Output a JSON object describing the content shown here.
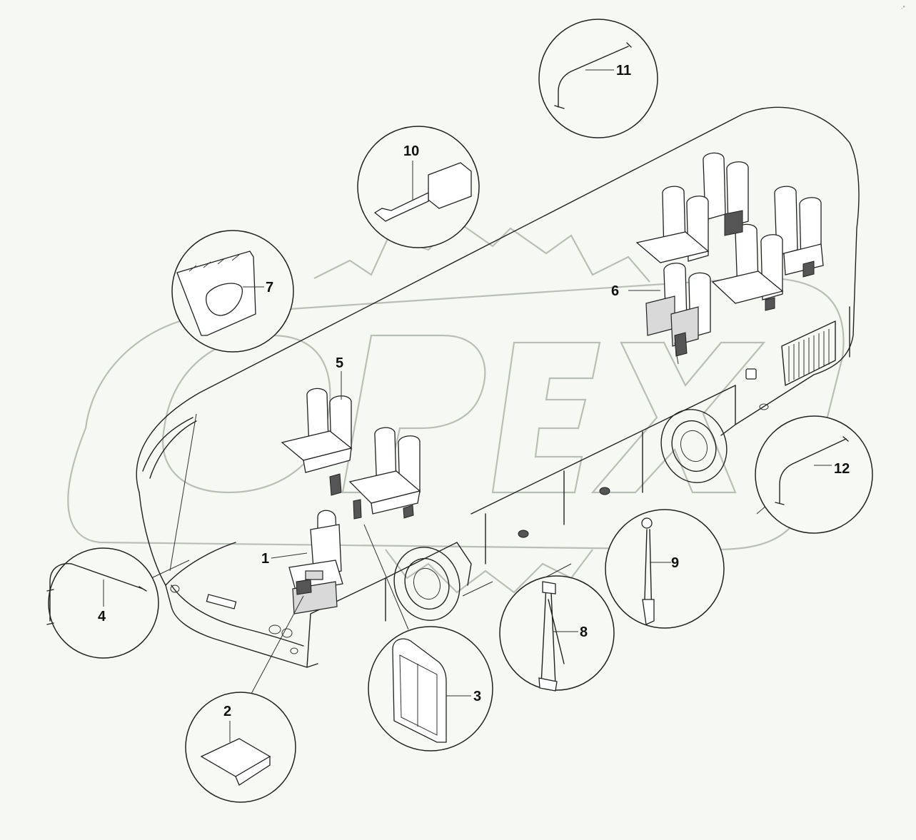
{
  "callouts": [
    {
      "id": "1",
      "label": "1"
    },
    {
      "id": "2",
      "label": "2"
    },
    {
      "id": "3",
      "label": "3"
    },
    {
      "id": "4",
      "label": "4"
    },
    {
      "id": "5",
      "label": "5"
    },
    {
      "id": "6",
      "label": "6"
    },
    {
      "id": "7",
      "label": "7"
    },
    {
      "id": "8",
      "label": "8"
    },
    {
      "id": "9",
      "label": "9"
    },
    {
      "id": "10",
      "label": "10"
    },
    {
      "id": "11",
      "label": "11"
    },
    {
      "id": "12",
      "label": "12"
    }
  ],
  "watermark": {
    "text": "OPEX"
  },
  "corner_mark": {
    "text": "·°"
  }
}
